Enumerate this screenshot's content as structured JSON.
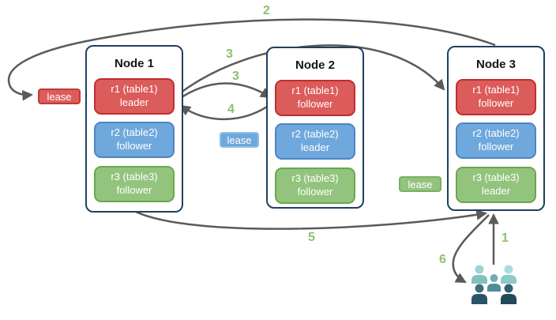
{
  "diagram": {
    "type": "replication-architecture-diagram",
    "nodes": [
      {
        "title": "Node 1",
        "replicas": [
          {
            "line1": "r1 (table1)",
            "line2": "leader",
            "color": "#dc5b5b"
          },
          {
            "line1": "r2 (table2)",
            "line2": "follower",
            "color": "#6fa8dc"
          },
          {
            "line1": "r3 (table3)",
            "line2": "follower",
            "color": "#93c47d"
          }
        ]
      },
      {
        "title": "Node 2",
        "replicas": [
          {
            "line1": "r1 (table1)",
            "line2": "follower",
            "color": "#dc5b5b"
          },
          {
            "line1": "r2 (table2)",
            "line2": "leader",
            "color": "#6fa8dc"
          },
          {
            "line1": "r3 (table3)",
            "line2": "follower",
            "color": "#93c47d"
          }
        ]
      },
      {
        "title": "Node 3",
        "replicas": [
          {
            "line1": "r1 (table1)",
            "line2": "follower",
            "color": "#dc5b5b"
          },
          {
            "line1": "r2 (table2)",
            "line2": "follower",
            "color": "#6fa8dc"
          },
          {
            "line1": "r3 (table3)",
            "line2": "leader",
            "color": "#93c47d"
          }
        ]
      }
    ],
    "leases": [
      {
        "text": "lease",
        "color": "#dc5b5b"
      },
      {
        "text": "lease",
        "color": "#6fa8dc"
      },
      {
        "text": "lease",
        "color": "#93c47d"
      }
    ],
    "steps": {
      "one": "1",
      "two": "2",
      "three_a": "3",
      "three_b": "3",
      "four": "4",
      "five": "5",
      "six": "6"
    },
    "arrows": [
      {
        "step": "1",
        "from": "clients",
        "to": "node3-bottom"
      },
      {
        "step": "2",
        "from": "node3-top",
        "to": "red-lease-label"
      },
      {
        "step": "3",
        "from": "node1-r1-leader",
        "to": "node2-r1-follower"
      },
      {
        "step": "3",
        "from": "node1-r1-leader",
        "to": "node3-r1-follower"
      },
      {
        "step": "4",
        "from": "node2-r1-follower",
        "to": "node1-r1-leader"
      },
      {
        "step": "5",
        "from": "node1-bottom",
        "to": "node3-bottom"
      },
      {
        "step": "6",
        "from": "node3-bottom",
        "to": "clients"
      }
    ],
    "colors": {
      "node_border": "#1f4061",
      "arrow": "#5a5a5a",
      "step_label": "#8fbf72",
      "replica_red": "#dc5b5b",
      "replica_red_border": "#be2f2f",
      "replica_blue": "#6fa8dc",
      "replica_blue_border": "#4e84c4",
      "replica_green": "#93c47d",
      "replica_green_border": "#69a84f"
    },
    "people": {
      "persons": [
        {
          "head": "#9ed4d2",
          "body": "#83c1bf"
        },
        {
          "head": "#a9dcdc",
          "body": "#8fc9c9"
        },
        {
          "head": "#6fafb5",
          "body": "#4f8d9b"
        },
        {
          "head": "#3f6e7c",
          "body": "#2a5465"
        },
        {
          "head": "#35616f",
          "body": "#24495a"
        }
      ]
    }
  }
}
